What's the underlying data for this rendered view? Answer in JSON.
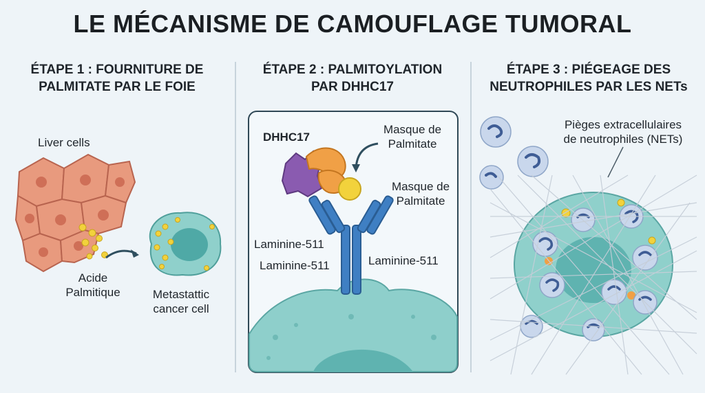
{
  "title": "LE MÉCANISME DE CAMOUFLAGE TUMORAL",
  "steps": [
    {
      "title_line1": "ÉTAPE 1 : FOURNITURE DE",
      "title_line2": "PALMITATE PAR LE FOIE",
      "labels": {
        "liver_cells": "Liver cells",
        "acid_line1": "Acide",
        "acid_line2": "Palmitique",
        "cancer_line1": "Metastattic",
        "cancer_line2": "cancer cell"
      }
    },
    {
      "title_line1": "ÉTAPE 2 : PALMITOYLATION",
      "title_line2": "PAR DHHC17",
      "labels": {
        "enzyme": "DHHC17",
        "mask1_line1": "Masque de",
        "mask1_line2": "Palmitate",
        "mask2_line1": "Masque de",
        "mask2_line2": "Palmitate",
        "laminin_a": "Laminine-511",
        "laminin_b": "Laminine-511",
        "laminin_c": "Laminine-511"
      }
    },
    {
      "title_line1": "ÉTAPE 3 : PIÉGEAGE DES",
      "title_line2": "NEUTROPHILES PAR LES NETs",
      "labels": {
        "nets_line1": "Pièges extracellulaires",
        "nets_line2": "de neutrophiles (NETs)"
      }
    }
  ],
  "colors": {
    "liver": "#e89a7e",
    "liver_outline": "#b8644f",
    "palmitate": "#f2d23c",
    "cancer_cell": "#8fd0cb",
    "cancer_nucleus": "#4fa9a6",
    "antibody": "#3f7fc3",
    "enzyme_orange": "#f0a046",
    "enzyme_purple": "#8a5bb0",
    "neutrophil": "#c9d7ec",
    "net_fiber": "#c5ced8"
  }
}
